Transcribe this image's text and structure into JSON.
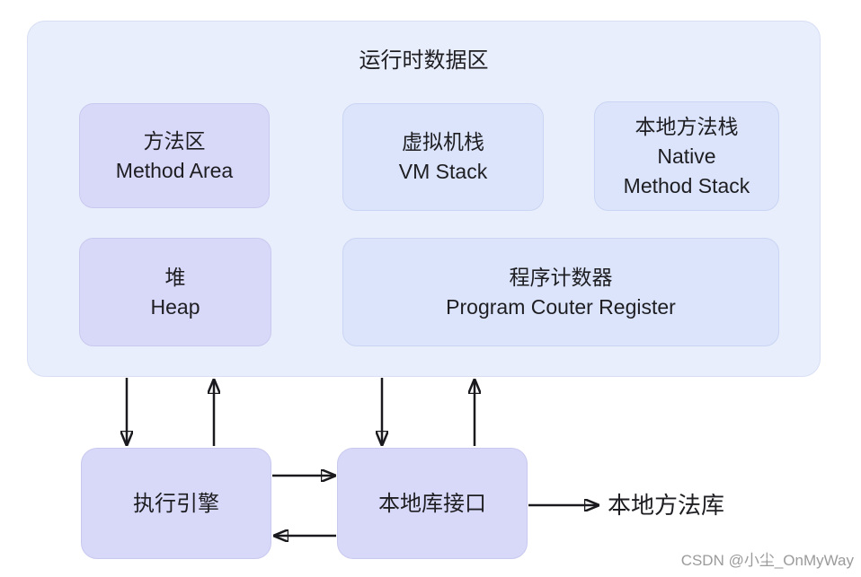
{
  "diagram": {
    "title": "运行时数据区",
    "runtime_boxes": [
      {
        "name": "method-area",
        "lines": [
          "方法区",
          "Method Area"
        ]
      },
      {
        "name": "vm-stack",
        "lines": [
          "虚拟机栈",
          "VM Stack"
        ]
      },
      {
        "name": "native-method-stack",
        "lines": [
          "本地方法栈",
          "Native",
          "Method Stack"
        ]
      },
      {
        "name": "heap",
        "lines": [
          "堆",
          "Heap"
        ]
      },
      {
        "name": "program-counter-register",
        "lines": [
          "程序计数器",
          "Program Couter Register"
        ]
      }
    ],
    "execution_engine_label": "执行引擎",
    "native_interface_label": "本地库接口",
    "native_method_library_label": "本地方法库",
    "watermark": "CSDN @小尘_OnMyWay",
    "colors": {
      "outer_container_fill": "#e9eefc",
      "outer_container_border": "#d8dff5",
      "lavender_box_fill": "#d8d8f9",
      "lavender_box_border": "#c9c9ef",
      "blue_box_fill": "#dbe4fb",
      "blue_box_border": "#c9d5f2",
      "arrow": "#1a1a1e",
      "text": "#1e1e22",
      "watermark_text": "#9b9b9b"
    }
  }
}
